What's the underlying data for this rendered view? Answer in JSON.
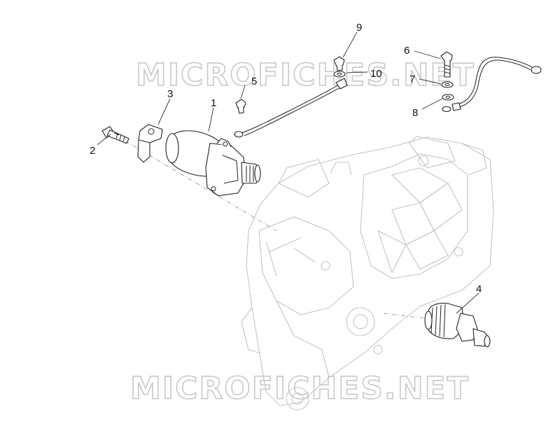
{
  "watermark": {
    "top": "MICROFICHES.NET",
    "bottom": "MICROFICHES.NET"
  },
  "callouts": [
    {
      "id": "1",
      "label": "1"
    },
    {
      "id": "2",
      "label": "2"
    },
    {
      "id": "3",
      "label": "3"
    },
    {
      "id": "4",
      "label": "4"
    },
    {
      "id": "5",
      "label": "5"
    },
    {
      "id": "6",
      "label": "6"
    },
    {
      "id": "7",
      "label": "7"
    },
    {
      "id": "8",
      "label": "8"
    },
    {
      "id": "9",
      "label": "9"
    },
    {
      "id": "10",
      "label": "10"
    }
  ],
  "colors": {
    "line": "#222222",
    "ghost": "#c4c4c4",
    "watermark": "#c8c8c8",
    "background": "#ffffff"
  }
}
